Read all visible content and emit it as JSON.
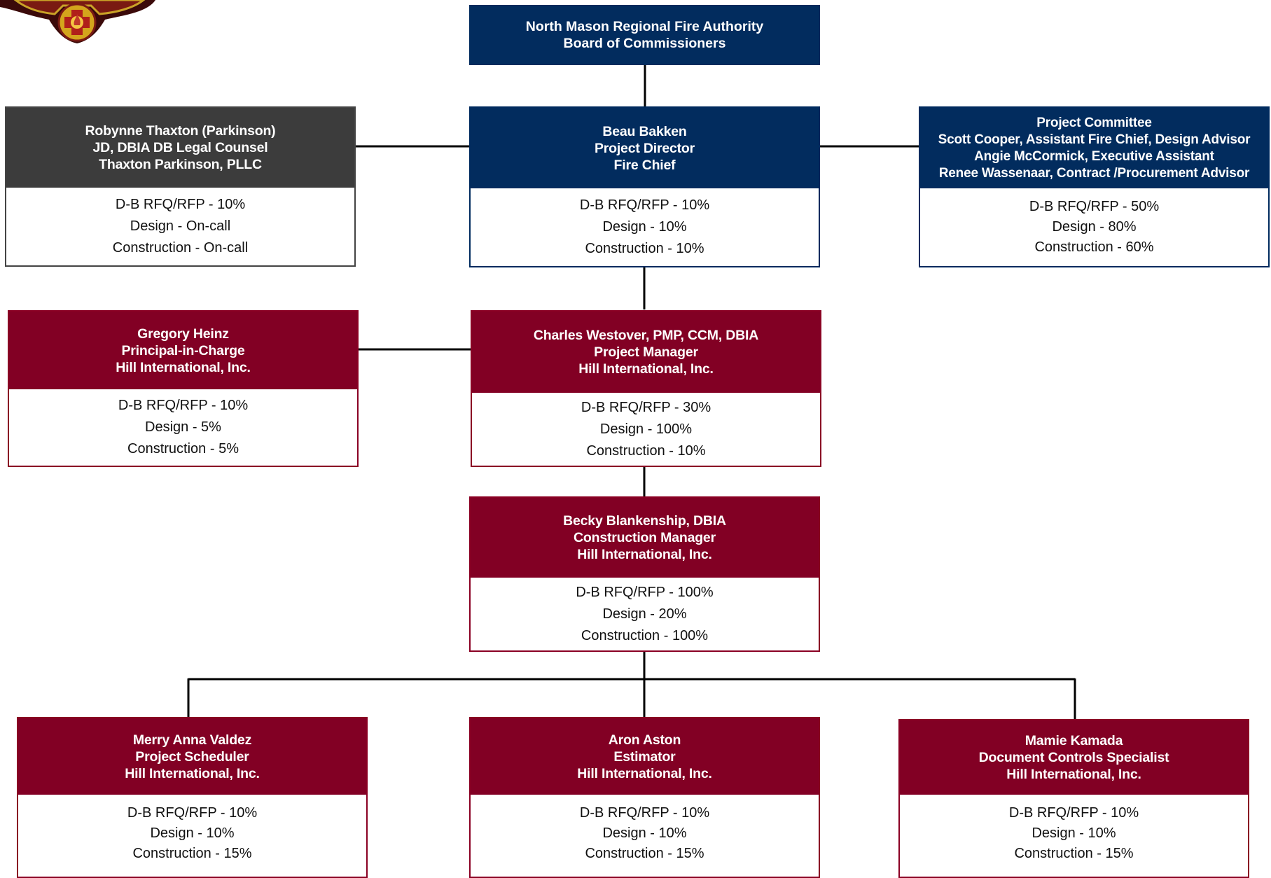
{
  "board": {
    "lines": [
      "North Mason Regional Fire Authority",
      "Board of Commissioners"
    ]
  },
  "legal": {
    "lines": [
      "Robynne Thaxton (Parkinson)",
      "JD, DBIA DB Legal Counsel",
      "Thaxton Parkinson, PLLC"
    ],
    "alloc": [
      "D-B RFQ/RFP - 10%",
      "Design - On-call",
      "Construction - On-call"
    ]
  },
  "director": {
    "lines": [
      "Beau Bakken",
      "Project Director",
      "Fire Chief"
    ],
    "alloc": [
      "D-B RFQ/RFP - 10%",
      "Design - 10%",
      "Construction - 10%"
    ]
  },
  "committee": {
    "lines": [
      "Project Committee",
      "Scott Cooper, Assistant Fire Chief, Design Advisor",
      "Angie McCormick, Executive Assistant",
      "Renee Wassenaar, Contract /Procurement Advisor"
    ],
    "alloc": [
      "D-B RFQ/RFP - 50%",
      "Design - 80%",
      "Construction - 60%"
    ]
  },
  "principal": {
    "lines": [
      "Gregory Heinz",
      "Principal-in-Charge",
      "Hill International, Inc."
    ],
    "alloc": [
      "D-B RFQ/RFP - 10%",
      "Design - 5%",
      "Construction - 5%"
    ]
  },
  "pm": {
    "lines": [
      "Charles Westover, PMP, CCM, DBIA",
      "Project Manager",
      "Hill International, Inc."
    ],
    "alloc": [
      "D-B RFQ/RFP - 30%",
      "Design - 100%",
      "Construction - 10%"
    ]
  },
  "cm": {
    "lines": [
      "Becky Blankenship, DBIA",
      "Construction Manager",
      "Hill International, Inc."
    ],
    "alloc": [
      "D-B RFQ/RFP - 100%",
      "Design - 20%",
      "Construction - 100%"
    ]
  },
  "scheduler": {
    "lines": [
      "Merry Anna Valdez",
      "Project  Scheduler",
      "Hill International, Inc."
    ],
    "alloc": [
      "D-B RFQ/RFP - 10%",
      "Design - 10%",
      "Construction - 15%"
    ]
  },
  "estimator": {
    "lines": [
      "Aron Aston",
      "Estimator",
      "Hill International, Inc."
    ],
    "alloc": [
      "D-B RFQ/RFP - 10%",
      "Design - 10%",
      "Construction - 15%"
    ]
  },
  "doccontrol": {
    "lines": [
      "Mamie Kamada",
      "Document Controls Specialist",
      "Hill International, Inc."
    ],
    "alloc": [
      "D-B RFQ/RFP - 10%",
      "Design - 10%",
      "Construction - 15%"
    ]
  },
  "colors": {
    "navy": "#022c5e",
    "maroon": "#820024",
    "charcoal": "#3c3c3c",
    "line": "#000000"
  }
}
